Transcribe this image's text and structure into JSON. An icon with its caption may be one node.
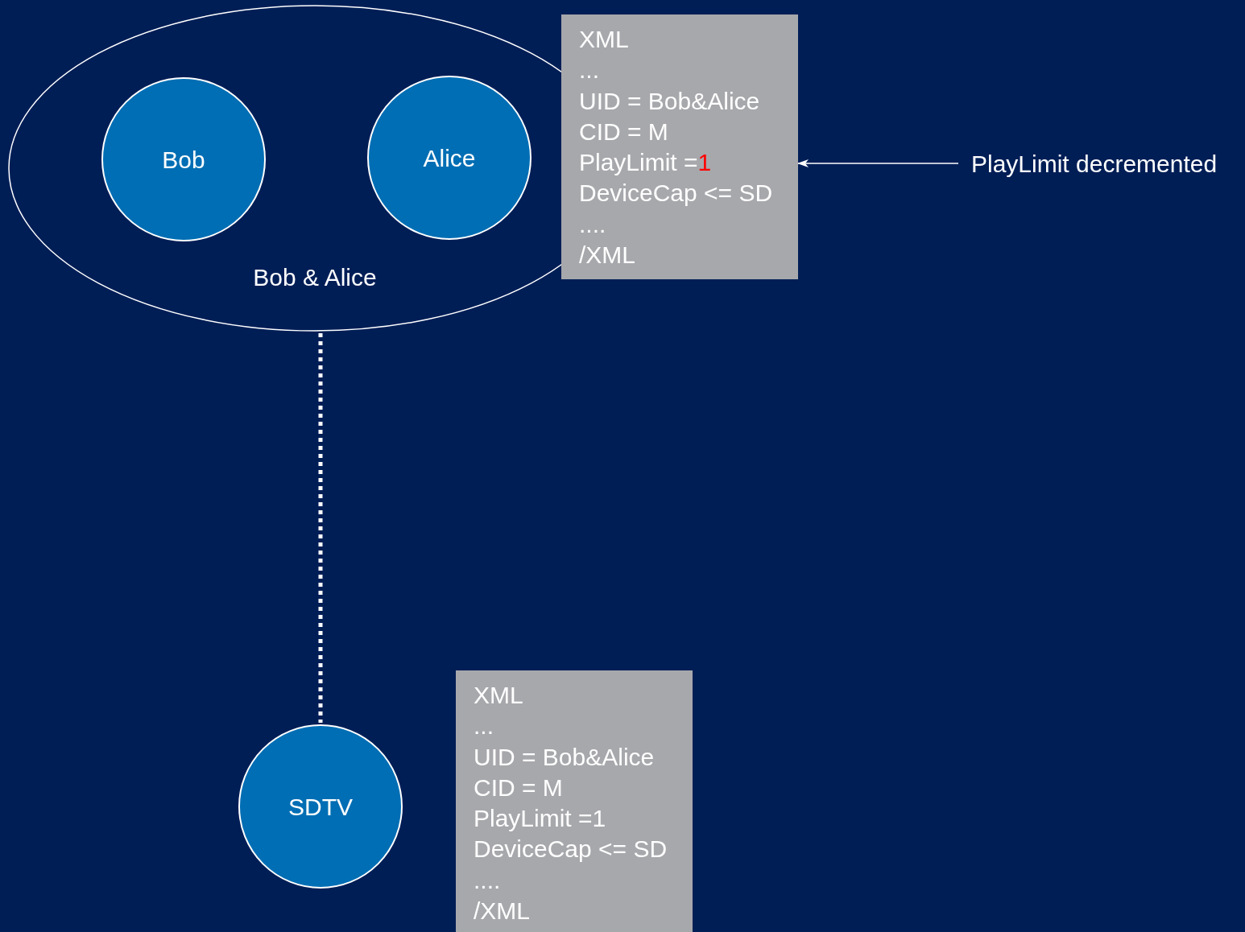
{
  "diagram": {
    "nodes": [
      {
        "text": [
          "Bob & Alice"
        ]
      },
      {
        "text": [
          "Bob"
        ],
        "in": 0
      },
      {
        "text": [
          "Alice"
        ],
        "in": 0
      },
      {
        "text": [
          "XML",
          "...",
          "UID = Bob&Alice",
          "CID = M",
          "PlayLimit =1",
          "DeviceCap <= SD",
          "....",
          "/XML"
        ]
      },
      {
        "text": [
          "PlayLimit decremented"
        ]
      },
      {
        "text": [
          "SDTV"
        ]
      },
      {
        "text": [
          "XML",
          "...",
          "UID = Bob&Alice",
          "CID = M",
          "PlayLimit =1",
          "DeviceCap <= SD",
          "....",
          "/XML"
        ]
      }
    ],
    "edges": [
      {
        "from": 0,
        "to": 5,
        "arrow": "none",
        "style": "dashed"
      },
      {
        "from": 4,
        "to": 3,
        "arrow": "to"
      }
    ]
  }
}
